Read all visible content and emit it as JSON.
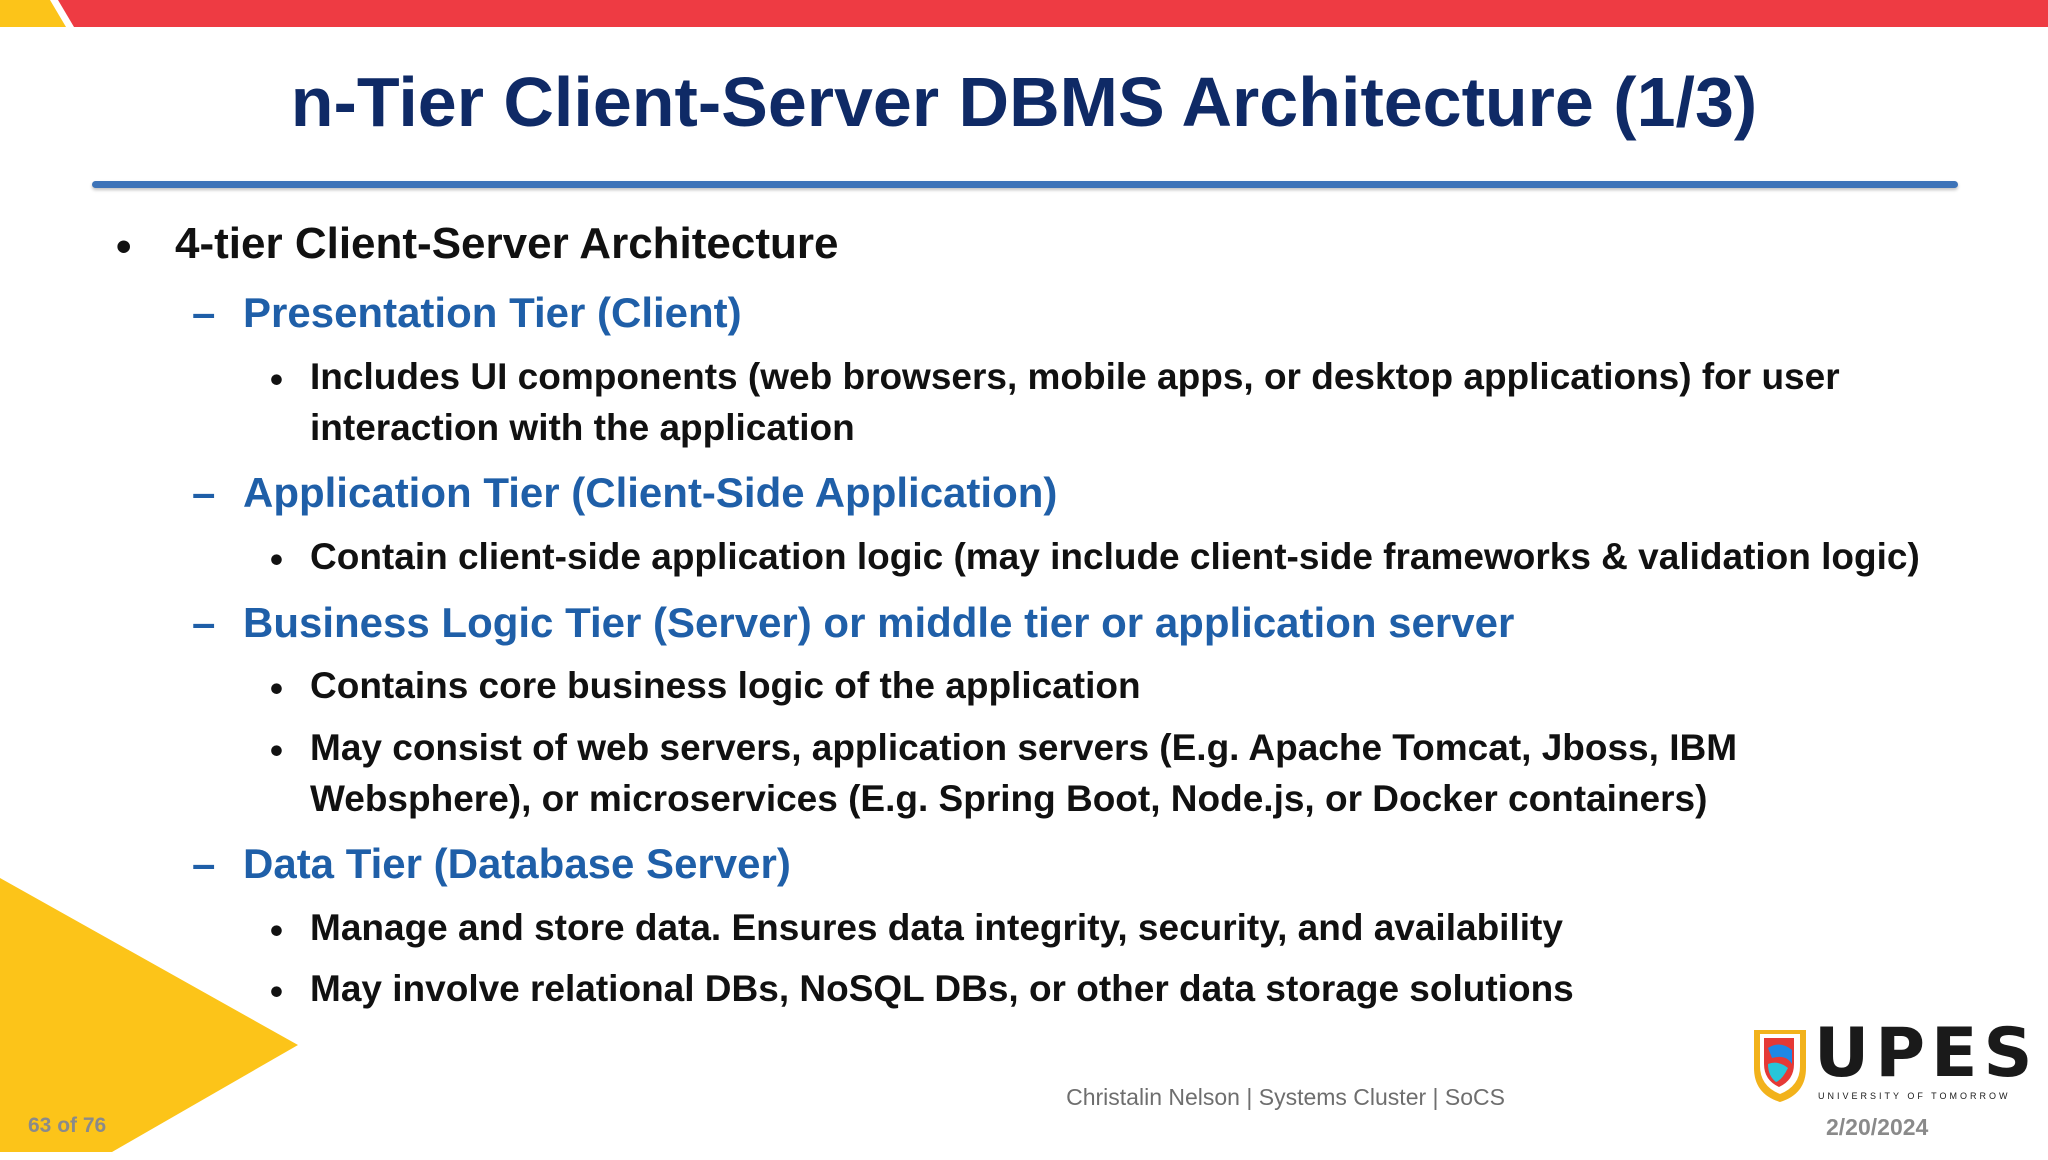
{
  "slide": {
    "title": "n-Tier Client-Server DBMS Architecture (1/3)"
  },
  "content": {
    "heading": "4-tier Client-Server Architecture",
    "tiers": [
      {
        "name": "Presentation Tier (Client)",
        "points": [
          [
            "Includes UI components (web browsers, mobile apps, or desktop applications) for user",
            "interaction with the application"
          ]
        ]
      },
      {
        "name": "Application Tier (Client-Side Application)",
        "points": [
          [
            "Contain client-side application logic (may include client-side frameworks & validation logic)"
          ]
        ]
      },
      {
        "name": "Business Logic Tier (Server) or middle tier or application server",
        "points": [
          [
            "Contains core business logic of the application"
          ],
          [
            "May consist of web servers, application servers (E.g. Apache Tomcat, Jboss, IBM",
            "Websphere), or microservices (E.g. Spring Boot, Node.js, or Docker containers)"
          ]
        ]
      },
      {
        "name": "Data Tier (Database Server)",
        "points": [
          [
            "Manage and store data. Ensures data integrity, security, and availability"
          ],
          [
            "May involve relational DBs, NoSQL DBs, or other data storage solutions"
          ]
        ]
      }
    ]
  },
  "footer": {
    "presenter": "Christalin Nelson | Systems Cluster | SoCS",
    "page": "63 of 76",
    "date": "2/20/2024"
  },
  "logo": {
    "wordmark": "UPES",
    "tagline": "UNIVERSITY OF TOMORROW"
  },
  "theme": {
    "top_bar": "#ee3b43",
    "accent_yellow": "#fcc419",
    "title_color": "#0f2a66",
    "tier_color": "#1f5fa8",
    "rule_color": "#3d73b8"
  }
}
